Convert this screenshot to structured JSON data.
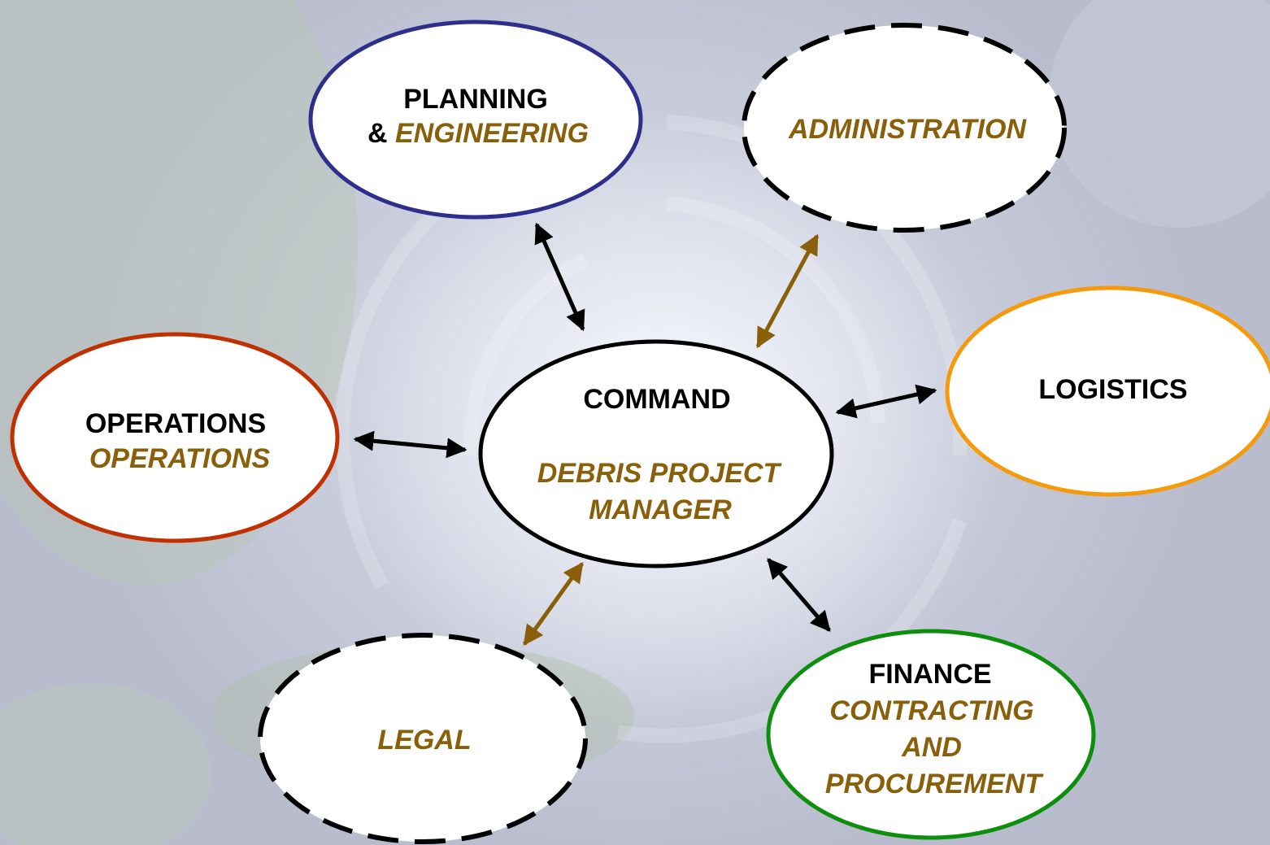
{
  "colors": {
    "plain_text": "#000000",
    "accent_text": "#8a5f0a",
    "black_link": "#000000",
    "brown_link": "#8a5f0a"
  },
  "nodes": {
    "planning": {
      "line1": "PLANNING",
      "line2_prefix": "& ",
      "line2_accent": "ENGINEERING",
      "border": "#2e2e8c",
      "style": "solid"
    },
    "administration": {
      "line1": "ADMINISTRATION",
      "border": "#000000",
      "style": "dashed"
    },
    "operations": {
      "line1": "OPERATIONS",
      "line2": "OPERATIONS",
      "border": "#c03000",
      "style": "solid"
    },
    "command": {
      "line1": "COMMAND",
      "line2": "DEBRIS PROJECT",
      "line3": "MANAGER",
      "border": "#000000",
      "style": "solid"
    },
    "logistics": {
      "line1": "LOGISTICS",
      "border": "#f59a0a",
      "style": "solid"
    },
    "legal": {
      "line1": "LEGAL",
      "border": "#000000",
      "style": "dashed"
    },
    "finance": {
      "line1": "FINANCE",
      "line2": "CONTRACTING",
      "line3": "AND",
      "line4": "PROCUREMENT",
      "border": "#0d8f0d",
      "style": "solid"
    }
  },
  "links": [
    {
      "from": "command",
      "to": "planning",
      "color": "black"
    },
    {
      "from": "command",
      "to": "administration",
      "color": "brown"
    },
    {
      "from": "command",
      "to": "operations",
      "color": "black"
    },
    {
      "from": "command",
      "to": "logistics",
      "color": "black"
    },
    {
      "from": "command",
      "to": "legal",
      "color": "brown"
    },
    {
      "from": "command",
      "to": "finance",
      "color": "black"
    }
  ]
}
